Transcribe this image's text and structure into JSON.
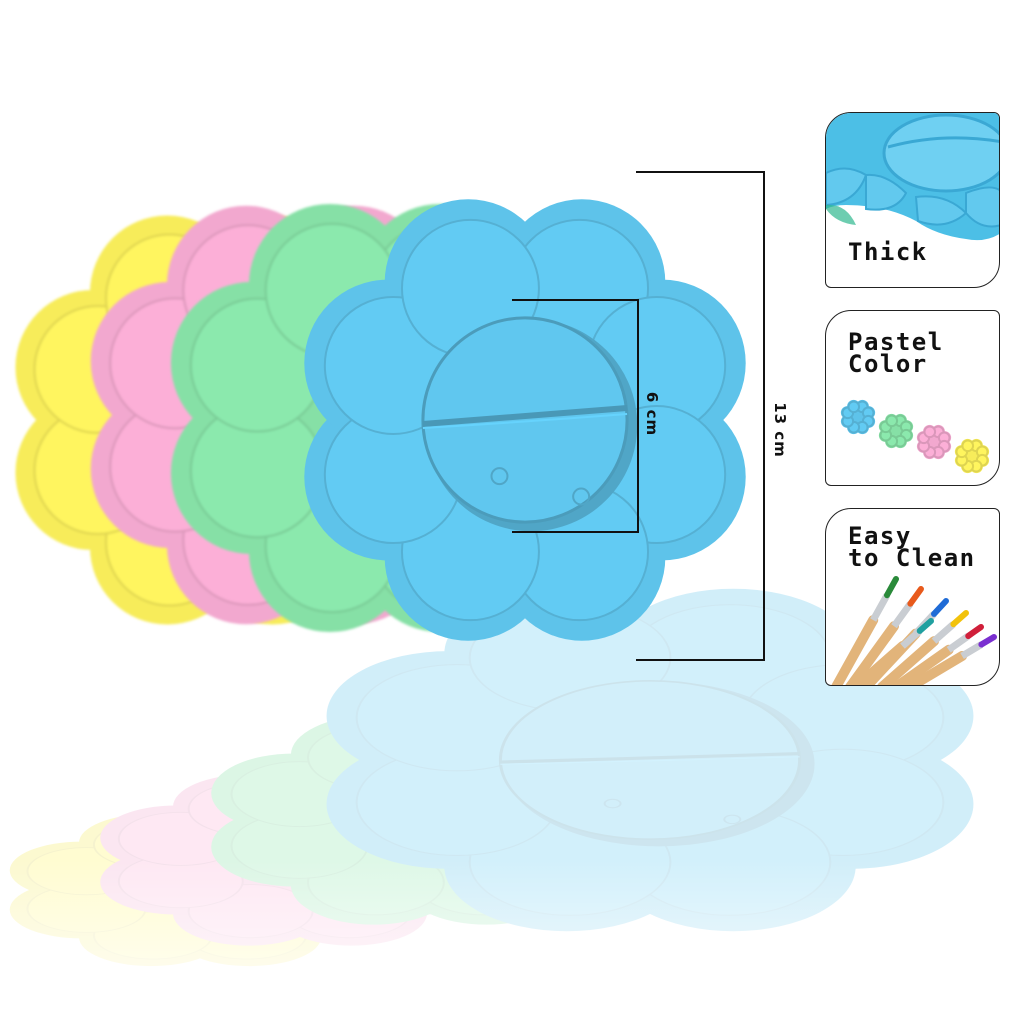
{
  "product": {
    "tray_colors": [
      {
        "name": "yellow",
        "hex": "#f7ec5a"
      },
      {
        "name": "pink",
        "hex": "#f2a8cf"
      },
      {
        "name": "green",
        "hex": "#86e0a6"
      },
      {
        "name": "blue",
        "hex": "#5ec3ea"
      }
    ],
    "well_count": 8
  },
  "dimensions": {
    "outer_label": "13 cm",
    "inner_label": "6 cm"
  },
  "features": [
    {
      "id": "thick",
      "label": "Thick",
      "icon": "tray-closeup-icon"
    },
    {
      "id": "pastel",
      "label": "Pastel\nColor",
      "icon": "color-swatches-icon",
      "swatches": [
        "#5ec3ea",
        "#86e0a6",
        "#f2a8cf",
        "#f7ec5a"
      ]
    },
    {
      "id": "clean",
      "label": "Easy\nto Clean",
      "icon": "paintbrushes-icon"
    }
  ]
}
